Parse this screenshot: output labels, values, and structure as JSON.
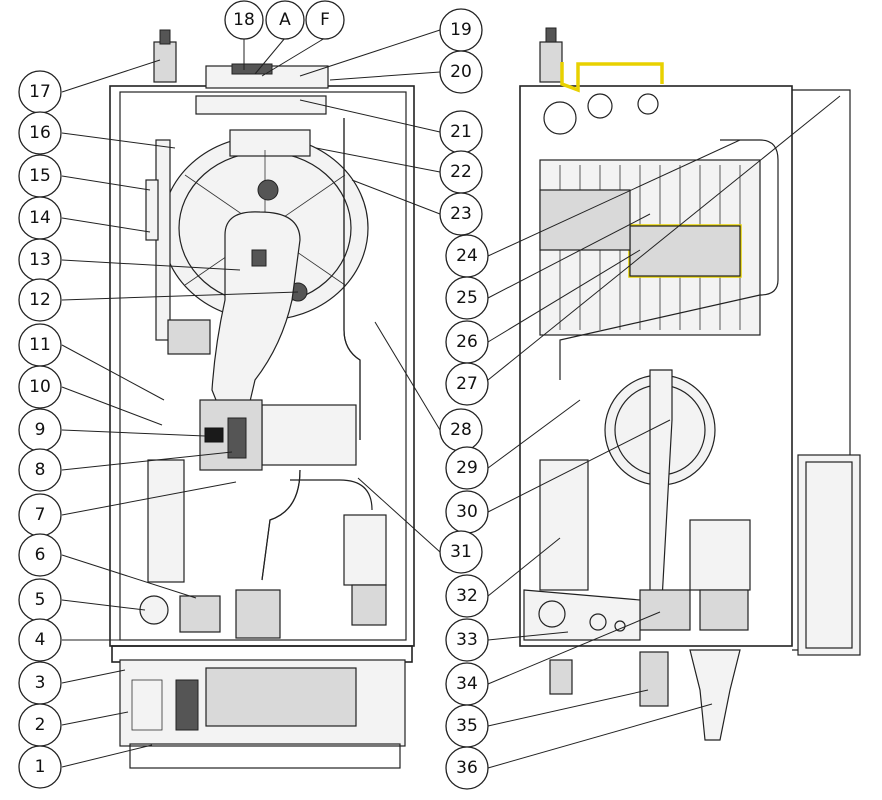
{
  "callouts_left": [
    "17",
    "16",
    "15",
    "14",
    "13",
    "12",
    "11",
    "10",
    "9",
    "8",
    "7",
    "6",
    "5",
    "4",
    "3",
    "2",
    "1"
  ],
  "callouts_top": [
    "18",
    "A",
    "F"
  ],
  "callouts_center": [
    "19",
    "20",
    "21",
    "22",
    "23",
    "24",
    "25",
    "26",
    "27",
    "28",
    "29",
    "30",
    "31",
    "32",
    "33",
    "34",
    "35",
    "36"
  ]
}
